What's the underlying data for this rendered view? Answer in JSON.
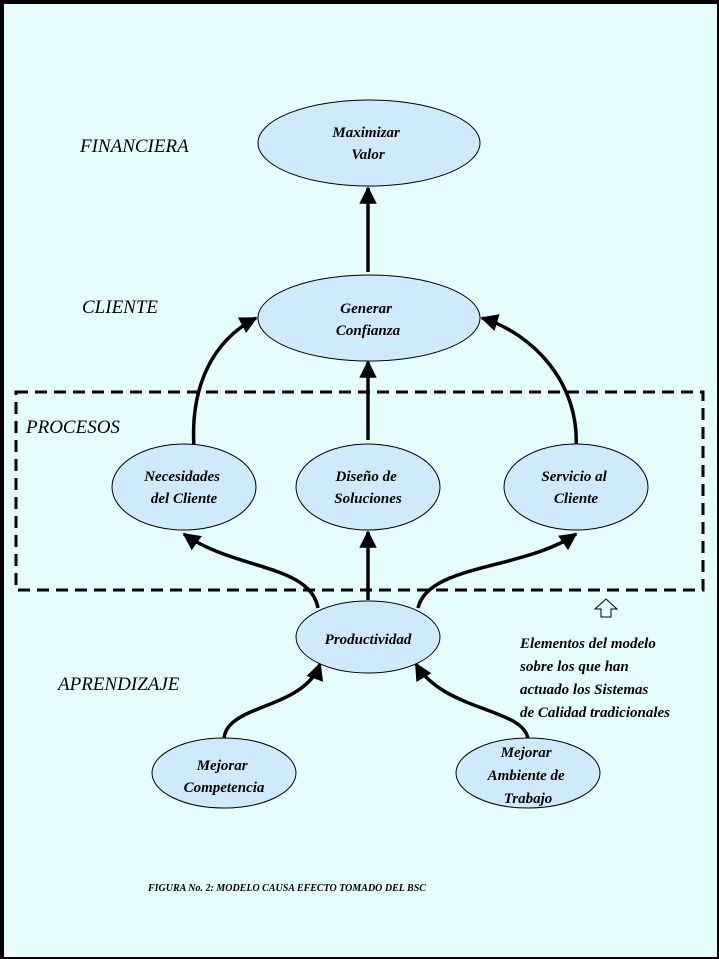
{
  "levels": {
    "financiera": "FINANCIERA",
    "cliente": "CLIENTE",
    "procesos": "PROCESOS",
    "aprendizaje": "APRENDIZAJE"
  },
  "nodes": {
    "maximizar": [
      "Maximizar",
      "Valor"
    ],
    "generar": [
      "Generar",
      "Confianza"
    ],
    "necesidades": [
      "Necesidades",
      "del Cliente"
    ],
    "diseno": [
      "Diseño de",
      "Soluciones"
    ],
    "servicio": [
      "Servicio al",
      "Cliente"
    ],
    "productividad": [
      "Productividad"
    ],
    "competencia": [
      "Mejorar",
      "Competencia"
    ],
    "ambiente": [
      "Mejorar",
      "Ambiente de",
      "Trabajo"
    ]
  },
  "note": [
    "Elementos del modelo",
    "sobre los que han",
    "actuado los Sistemas",
    "de Calidad tradicionales"
  ],
  "caption": "FIGURA No. 2: MODELO CAUSA EFECTO TOMADO DEL BSC",
  "colors": {
    "background": "#e6fdfe",
    "node_fill": "#cfeafd",
    "stroke": "#000000"
  }
}
